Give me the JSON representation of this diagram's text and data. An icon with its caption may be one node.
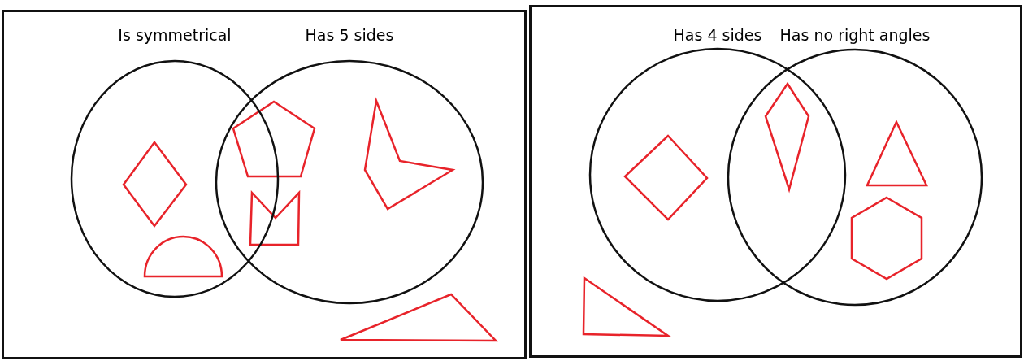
{
  "diagram": {
    "nodes": [
      {
        "text": [],
        "shape": "box"
      },
      {
        "text": [
          "Is symmetrical"
        ],
        "in": 0
      },
      {
        "text": [
          "Has 5 sides"
        ],
        "in": 0
      },
      {
        "text": [],
        "shape": "box"
      },
      {
        "text": [
          "Has 4 sides"
        ],
        "in": 3
      },
      {
        "text": [
          "Has no right angles"
        ],
        "in": 3
      }
    ]
  }
}
